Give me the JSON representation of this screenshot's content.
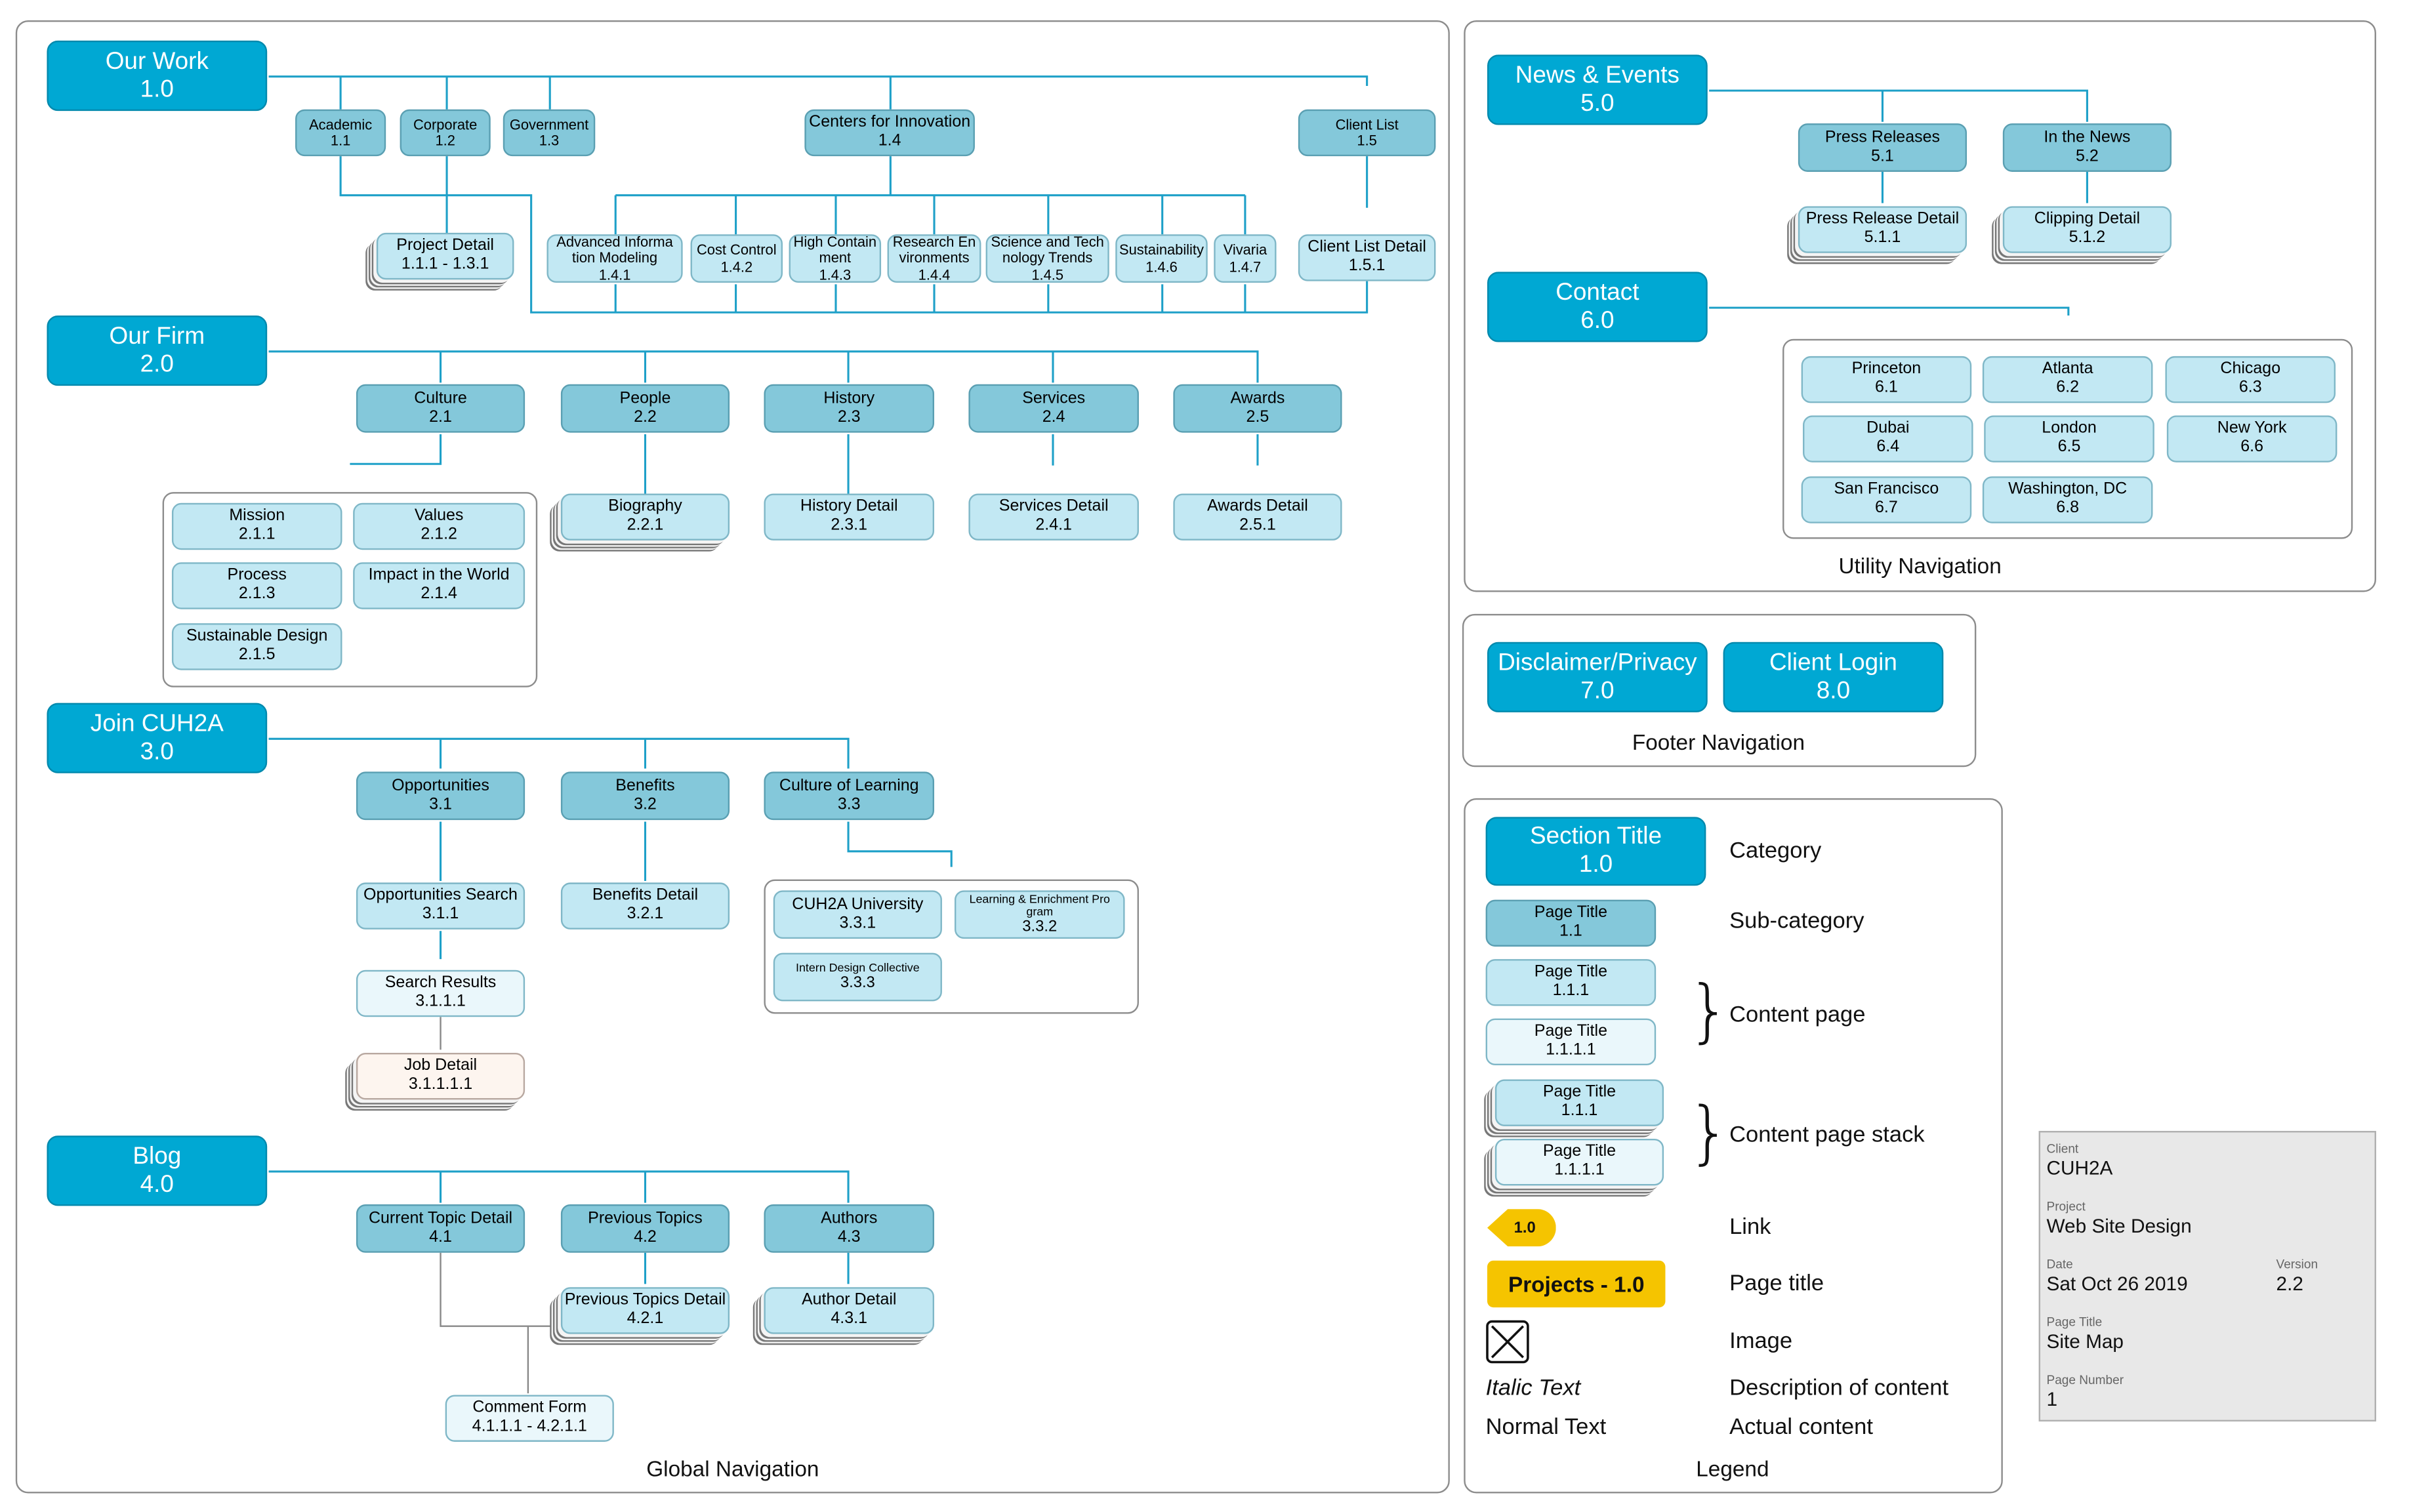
{
  "diagram": {
    "panels": {
      "global": "Global Navigation",
      "utility": "Utility Navigation",
      "footer": "Footer Navigation",
      "legend": "Legend"
    },
    "sections": {
      "s1": {
        "title": "Our Work",
        "num": "1.0"
      },
      "s2": {
        "title": "Our Firm",
        "num": "2.0"
      },
      "s3": {
        "title": "Join CUH2A",
        "num": "3.0"
      },
      "s4": {
        "title": "Blog",
        "num": "4.0"
      },
      "s5": {
        "title": "News & Events",
        "num": "5.0"
      },
      "s6": {
        "title": "Contact",
        "num": "6.0"
      },
      "s7": {
        "title": "Disclaimer/Privacy",
        "num": "7.0"
      },
      "s8": {
        "title": "Client Login",
        "num": "8.0"
      }
    },
    "nodes": {
      "n1_1": {
        "title": "Academic",
        "num": "1.1"
      },
      "n1_2": {
        "title": "Corporate",
        "num": "1.2"
      },
      "n1_3": {
        "title": "Government",
        "num": "1.3"
      },
      "n1_4": {
        "title": "Centers for Innovation",
        "num": "1.4"
      },
      "n1_5": {
        "title": "Client List",
        "num": "1.5"
      },
      "n1_pd": {
        "title": "Project Detail",
        "num": "1.1.1 - 1.3.1"
      },
      "n1_4_1": {
        "title": "Advanced Informa\ntion Modeling",
        "num": "1.4.1"
      },
      "n1_4_2": {
        "title": "Cost Control",
        "num": "1.4.2"
      },
      "n1_4_3": {
        "title": "High Contain\nment",
        "num": "1.4.3"
      },
      "n1_4_4": {
        "title": "Research En\nvironments",
        "num": "1.4.4"
      },
      "n1_4_5": {
        "title": "Science and Tech\nnology Trends",
        "num": "1.4.5"
      },
      "n1_4_6": {
        "title": "Sustainability",
        "num": "1.4.6"
      },
      "n1_4_7": {
        "title": "Vivaria",
        "num": "1.4.7"
      },
      "n1_5_1": {
        "title": "Client List Detail",
        "num": "1.5.1"
      },
      "n2_1": {
        "title": "Culture",
        "num": "2.1"
      },
      "n2_2": {
        "title": "People",
        "num": "2.2"
      },
      "n2_3": {
        "title": "History",
        "num": "2.3"
      },
      "n2_4": {
        "title": "Services",
        "num": "2.4"
      },
      "n2_5": {
        "title": "Awards",
        "num": "2.5"
      },
      "n2_1_1": {
        "title": "Mission",
        "num": "2.1.1"
      },
      "n2_1_2": {
        "title": "Values",
        "num": "2.1.2"
      },
      "n2_1_3": {
        "title": "Process",
        "num": "2.1.3"
      },
      "n2_1_4": {
        "title": "Impact in the World",
        "num": "2.1.4"
      },
      "n2_1_5": {
        "title": "Sustainable Design",
        "num": "2.1.5"
      },
      "n2_2_1": {
        "title": "Biography",
        "num": "2.2.1"
      },
      "n2_3_1": {
        "title": "History Detail",
        "num": "2.3.1"
      },
      "n2_4_1": {
        "title": "Services Detail",
        "num": "2.4.1"
      },
      "n2_5_1": {
        "title": "Awards Detail",
        "num": "2.5.1"
      },
      "n3_1": {
        "title": "Opportunities",
        "num": "3.1"
      },
      "n3_2": {
        "title": "Benefits",
        "num": "3.2"
      },
      "n3_3": {
        "title": "Culture of Learning",
        "num": "3.3"
      },
      "n3_1_1": {
        "title": "Opportunities Search",
        "num": "3.1.1"
      },
      "n3_1_1_1": {
        "title": "Search Results",
        "num": "3.1.1.1"
      },
      "n3_1_1_1_1": {
        "title": "Job Detail",
        "num": "3.1.1.1.1"
      },
      "n3_2_1": {
        "title": "Benefits Detail",
        "num": "3.2.1"
      },
      "n3_3_1": {
        "title": "CUH2A University",
        "num": "3.3.1"
      },
      "n3_3_2": {
        "title": "Learning & Enrichment Pro\ngram",
        "num": "3.3.2"
      },
      "n3_3_3": {
        "title": "Intern Design Collective",
        "num": "3.3.3"
      },
      "n4_1": {
        "title": "Current Topic Detail",
        "num": "4.1"
      },
      "n4_2": {
        "title": "Previous Topics",
        "num": "4.2"
      },
      "n4_3": {
        "title": "Authors",
        "num": "4.3"
      },
      "n4_2_1": {
        "title": "Previous Topics Detail",
        "num": "4.2.1"
      },
      "n4_3_1": {
        "title": "Author Detail",
        "num": "4.3.1"
      },
      "n4_cf": {
        "title": "Comment Form",
        "num": "4.1.1.1 - 4.2.1.1"
      },
      "n5_1": {
        "title": "Press Releases",
        "num": "5.1"
      },
      "n5_2": {
        "title": "In the News",
        "num": "5.2"
      },
      "n5_1_1": {
        "title": "Press Release Detail",
        "num": "5.1.1"
      },
      "n5_2_1": {
        "title": "Clipping Detail",
        "num": "5.1.2"
      },
      "n6_1": {
        "title": "Princeton",
        "num": "6.1"
      },
      "n6_2": {
        "title": "Atlanta",
        "num": "6.2"
      },
      "n6_3": {
        "title": "Chicago",
        "num": "6.3"
      },
      "n6_4": {
        "title": "Dubai",
        "num": "6.4"
      },
      "n6_5": {
        "title": "London",
        "num": "6.5"
      },
      "n6_6": {
        "title": "New York",
        "num": "6.6"
      },
      "n6_7": {
        "title": "San Francisco",
        "num": "6.7"
      },
      "n6_8": {
        "title": "Washington, DC",
        "num": "6.8"
      }
    }
  },
  "legend": {
    "section": {
      "title": "Section Title",
      "num": "1.0"
    },
    "subcat": {
      "title": "Page Title",
      "num": "1.1"
    },
    "content1": {
      "title": "Page Title",
      "num": "1.1.1"
    },
    "content2": {
      "title": "Page Title",
      "num": "1.1.1.1"
    },
    "stack1": {
      "title": "Page Title",
      "num": "1.1.1"
    },
    "stack2": {
      "title": "Page Title",
      "num": "1.1.1.1"
    },
    "link_badge": "1.0",
    "page_title_badge": "Projects - 1.0",
    "italic_sample": "Italic Text",
    "normal_sample": "Normal Text",
    "labels": {
      "category": "Category",
      "subcategory": "Sub-category",
      "content_page": "Content page",
      "content_page_stack": "Content page stack",
      "link": "Link",
      "page_title": "Page title",
      "image": "Image",
      "description": "Description of content",
      "actual": "Actual content"
    }
  },
  "title_block": {
    "client_label": "Client",
    "client": "CUH2A",
    "project_label": "Project",
    "project": "Web Site Design",
    "date_label": "Date",
    "date": "Sat Oct 26 2019",
    "version_label": "Version",
    "version": "2.2",
    "page_title_label": "Page Title",
    "page_title": "Site Map",
    "page_number_label": "Page Number",
    "page_number": "1"
  },
  "colors": {
    "section": "#00a8d3",
    "category": "#84c8da",
    "content": "#c2e8f3",
    "content_light": "#eaf7fb",
    "connector": "#1ea0c8",
    "highlight": "#f5c400"
  }
}
